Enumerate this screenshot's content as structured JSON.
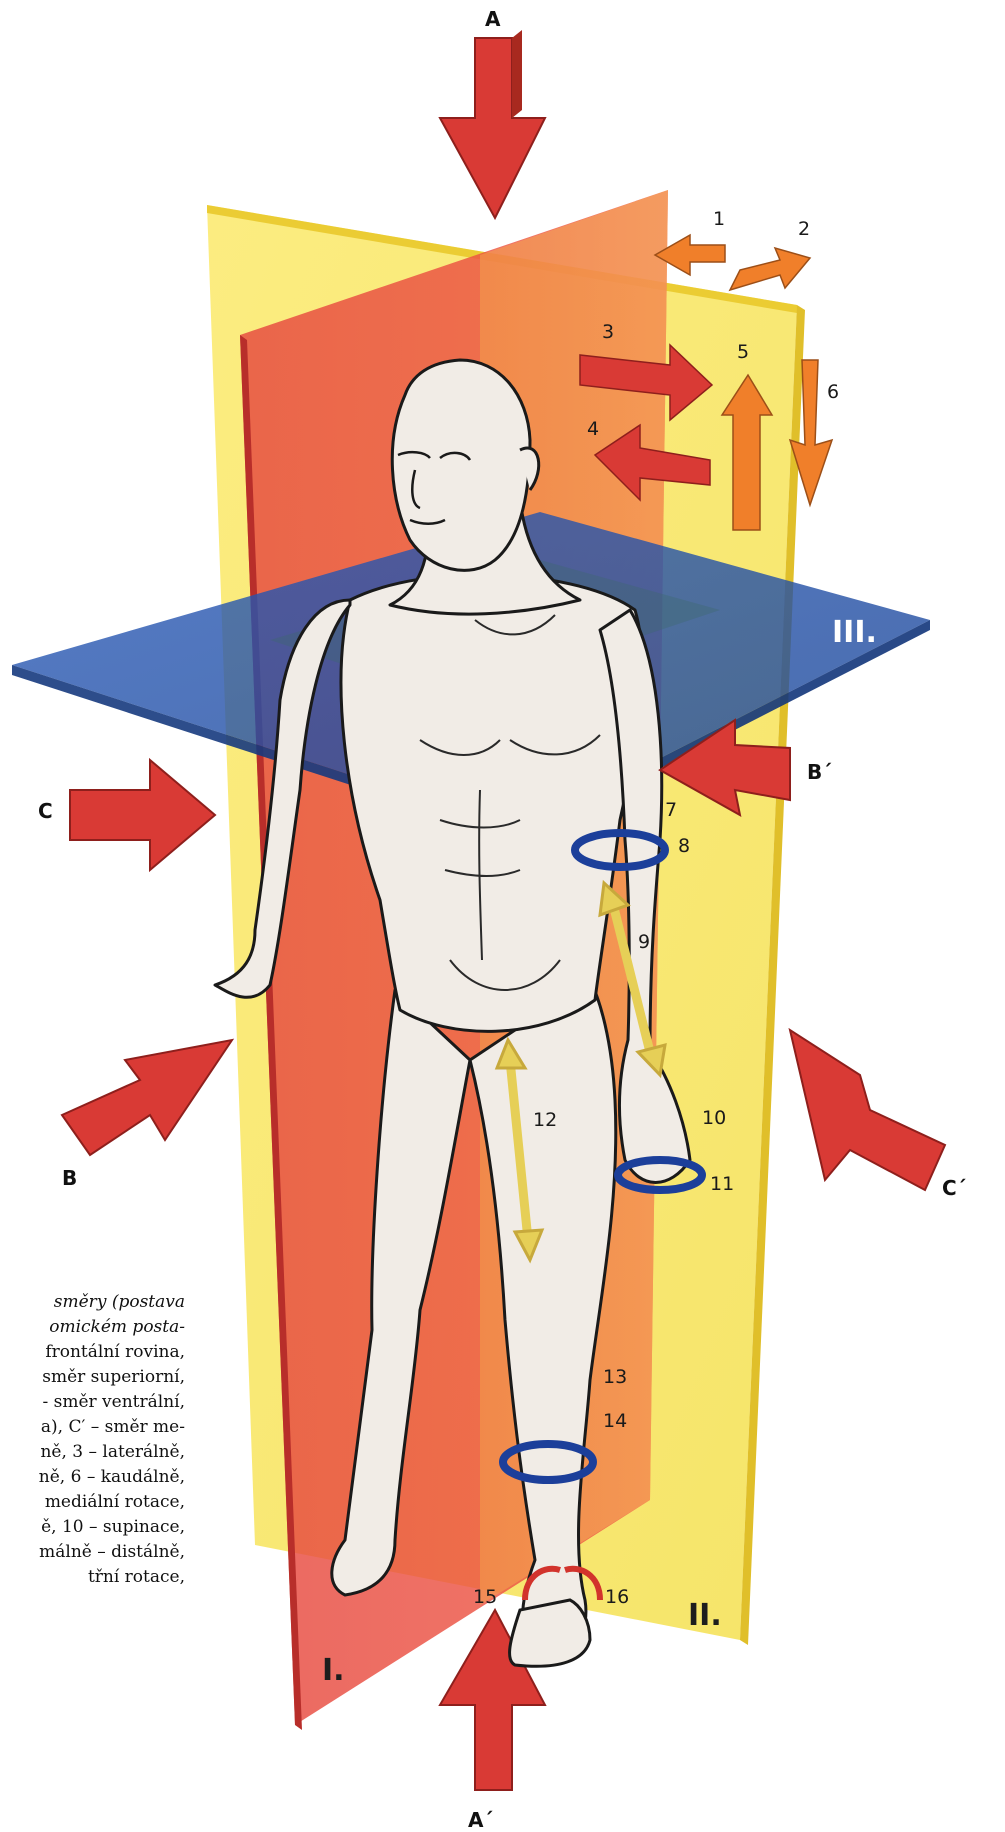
{
  "figure": {
    "direction_labels": {
      "A": "A",
      "A_prime": "A´",
      "B": "B",
      "B_prime": "B´",
      "C": "C",
      "C_prime": "C´"
    },
    "plane_labels": {
      "I": "I.",
      "II": "II.",
      "III": "III."
    },
    "numbers": [
      "1",
      "2",
      "3",
      "4",
      "5",
      "6",
      "7",
      "8",
      "9",
      "10",
      "11",
      "12",
      "13",
      "14",
      "15",
      "16"
    ]
  },
  "caption": {
    "lines": [
      "směry (postava",
      "omickém posta-",
      "frontální rovina,",
      "směr superiorní,",
      "- směr ventrální,",
      "a), C′ – směr me-",
      "ně, 3 – laterálně,",
      "ně, 6 – kaudálně,",
      "mediální rotace,",
      "ě, 10 – supinace,",
      "málně – distálně,",
      "třní rotace,"
    ]
  },
  "colors": {
    "sagittal_plane": "#e8433f",
    "frontal_plane": "#f7e24a",
    "horizontal_plane": "#1f4fa8",
    "arrow_red": "#d93a35",
    "arrow_orange": "#f07f2a",
    "arrow_yellow": "#e6cf57",
    "rotation_blue": "#1c3f9a",
    "skin": "#f1ece6",
    "outline": "#1a1a1a"
  }
}
